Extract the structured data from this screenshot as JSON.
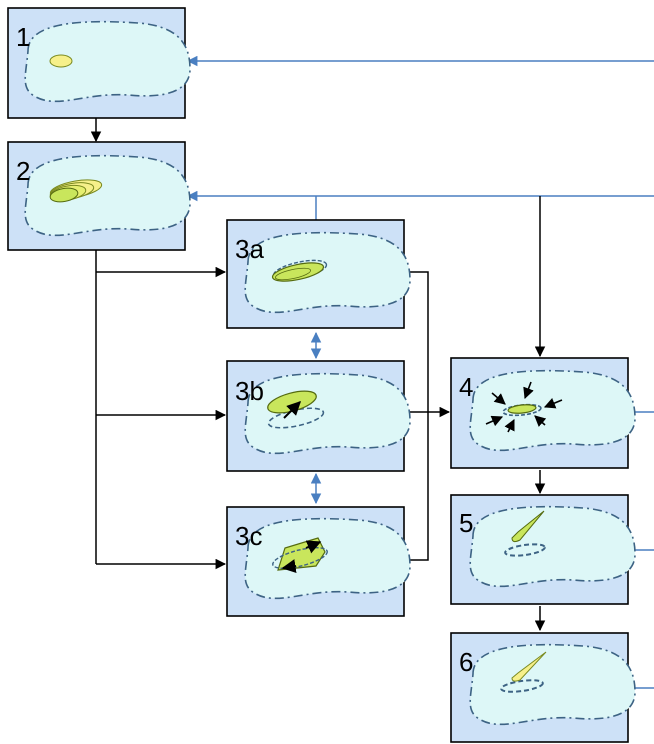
{
  "panels": {
    "p1": {
      "label": "1"
    },
    "p2": {
      "label": "2"
    },
    "p3a": {
      "label": "3a"
    },
    "p3b": {
      "label": "3b"
    },
    "p3c": {
      "label": "3c"
    },
    "p4": {
      "label": "4"
    },
    "p5": {
      "label": "5"
    },
    "p6": {
      "label": "6"
    }
  },
  "colors": {
    "panel_fill": "#cde1f7",
    "region_fill": "#ddf7f7",
    "region_outline": "#3d6384",
    "feature_fill": "#c9e65c",
    "feature_light": "#f6f08a",
    "arrow_black": "#000000",
    "arrow_blue": "#4a7fc1"
  }
}
